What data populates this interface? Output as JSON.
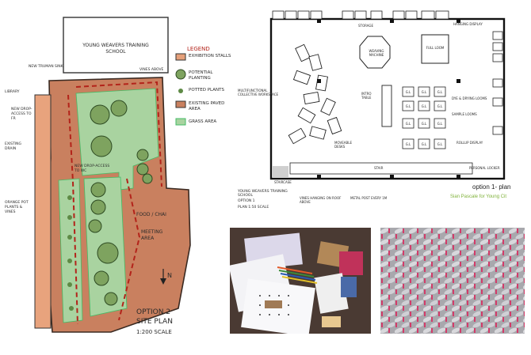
{
  "site_plan": {
    "building_label": "YOUNG WEAVERS TRAINING SCHOOL",
    "legend_title": "LEGEND",
    "legend": [
      {
        "label": "EXHIBITION STALLS",
        "color": "#e6a07a"
      },
      {
        "label": "POTENTIAL PLANTING",
        "color": "#7ea35f"
      },
      {
        "label": "POTTED PLANTS",
        "color": "#5e8a45"
      },
      {
        "label": "EXISTING PAVED AREA",
        "color": "#c9805f"
      },
      {
        "label": "GRASS AREA",
        "color": "#a9d3a0"
      }
    ],
    "callouts": [
      "NEW TRUMAN SINK",
      "LIBRARY",
      "NEW DROP-ACCESS TO FR",
      "EXISTING DRAIN",
      "NEW DROP-ACCESS TO WC",
      "VINES ABOVE",
      "FOOD / CHAI",
      "MEETING AREA",
      "ORANGE POT PLANTS & VINES"
    ],
    "north_label": "N",
    "title_line1": "OPTION 2",
    "title_line2": "SITE PLAN",
    "scale": "1:200 SCALE"
  },
  "floor_plan": {
    "title": "option 1- plan",
    "author": "Sian Pascale for Young Cit",
    "caption_lines": [
      "YOUNG WEAVERS TRAINING SCHOOL",
      "OPTION 1",
      "PLAN 1:50 SCALE"
    ],
    "labels": [
      "WEAVING MACHINE",
      "FULL LOOM",
      "HANGING DISPLAY",
      "STORAGE",
      "MULTIFUNCTIONAL COLLECTIVE WORKSPACE",
      "MOVEABLE DESKS",
      "INTRO TABLE",
      "DYE & DRYING LOOMS",
      "SAMPLE LOOMS",
      "ROLLUP DISPLAY",
      "PERSONAL LOCKER",
      "STAIR",
      "STAIRCASE",
      "VINES HANGING ON ROOF ABOVE",
      "METAL POST EVERY 1M"
    ],
    "cell_label": "G.L"
  },
  "photos": {
    "craft_photo": "crafts on table",
    "weave_photo": "woven fabric close-up"
  }
}
